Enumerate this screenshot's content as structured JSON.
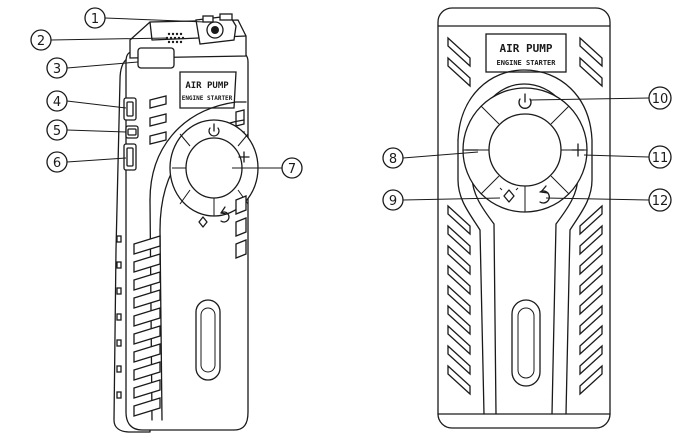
{
  "figure": {
    "left_device": {
      "label_line1": "AIR PUMP",
      "label_line2": "ENGINE STARTER"
    },
    "right_device": {
      "label_line1": "AIR PUMP",
      "label_line2": "ENGINE STARTER"
    }
  },
  "callouts": {
    "c1": "1",
    "c2": "2",
    "c3": "3",
    "c4": "4",
    "c5": "5",
    "c6": "6",
    "c7": "7",
    "c8": "8",
    "c9": "9",
    "c10": "10",
    "c11": "11",
    "c12": "12"
  },
  "icons": {
    "power": "power-icon",
    "plus": "plus-icon",
    "minus": "minus-icon",
    "light": "light-icon",
    "cycle": "cycle-icon"
  },
  "colors": {
    "line": "#1a1a1a",
    "background": "#ffffff"
  }
}
